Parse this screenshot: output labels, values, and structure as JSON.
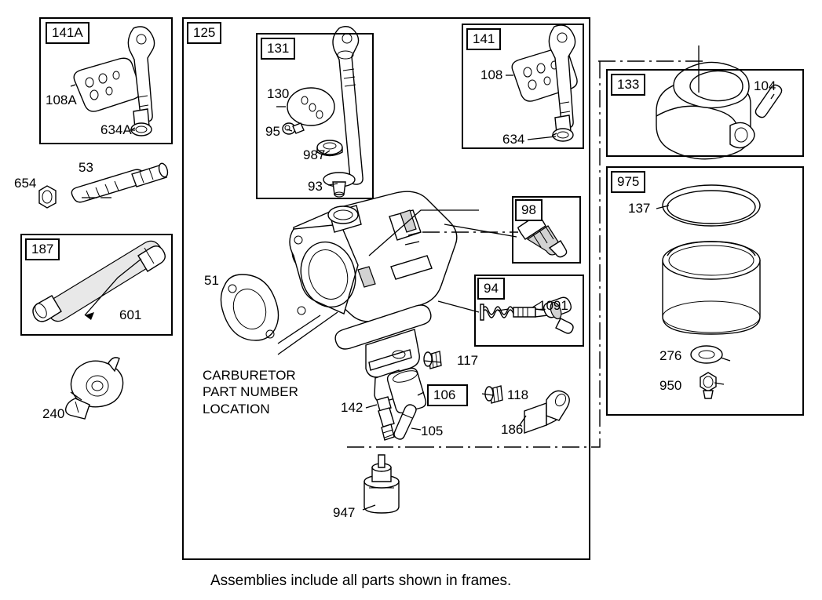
{
  "diagram": {
    "title_caption": "Assemblies include all parts shown in frames.",
    "callout_note": [
      "CARBURETOR",
      "PART NUMBER",
      "LOCATION"
    ],
    "frames": [
      {
        "id": "frame-141A",
        "label": "141A"
      },
      {
        "id": "frame-125",
        "label": "125"
      },
      {
        "id": "frame-131",
        "label": "131"
      },
      {
        "id": "frame-141",
        "label": "141"
      },
      {
        "id": "frame-133",
        "label": "133"
      },
      {
        "id": "frame-975",
        "label": "975"
      },
      {
        "id": "frame-187",
        "label": "187"
      },
      {
        "id": "frame-98",
        "label": "98"
      },
      {
        "id": "frame-94",
        "label": "94"
      },
      {
        "id": "frame-106",
        "label": "106"
      }
    ],
    "part_labels": [
      {
        "id": "part-108A",
        "label": "108A"
      },
      {
        "id": "part-634A",
        "label": "634A"
      },
      {
        "id": "part-654",
        "label": "654"
      },
      {
        "id": "part-53",
        "label": "53"
      },
      {
        "id": "part-601",
        "label": "601"
      },
      {
        "id": "part-240",
        "label": "240"
      },
      {
        "id": "part-51",
        "label": "51"
      },
      {
        "id": "part-130",
        "label": "130"
      },
      {
        "id": "part-95",
        "label": "95"
      },
      {
        "id": "part-987",
        "label": "987"
      },
      {
        "id": "part-93",
        "label": "93"
      },
      {
        "id": "part-108",
        "label": "108"
      },
      {
        "id": "part-634",
        "label": "634"
      },
      {
        "id": "part-104",
        "label": "104"
      },
      {
        "id": "part-137",
        "label": "137"
      },
      {
        "id": "part-276",
        "label": "276"
      },
      {
        "id": "part-950",
        "label": "950"
      },
      {
        "id": "part-1091",
        "label": "1091"
      },
      {
        "id": "part-117",
        "label": "117"
      },
      {
        "id": "part-118",
        "label": "118"
      },
      {
        "id": "part-186",
        "label": "186"
      },
      {
        "id": "part-142",
        "label": "142"
      },
      {
        "id": "part-105",
        "label": "105"
      },
      {
        "id": "part-947",
        "label": "947"
      }
    ]
  }
}
